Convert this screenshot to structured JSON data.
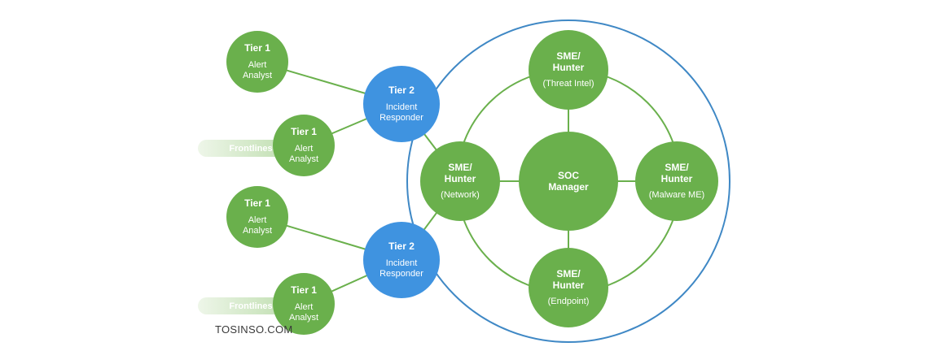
{
  "colors": {
    "green": "#6ab04c",
    "blue": "#3f93e0",
    "line": "#6ab04c",
    "ring": "#3f88c5"
  },
  "tier1": [
    {
      "title": "Tier 1",
      "line1": "Alert",
      "line2": "Analyst"
    },
    {
      "title": "Tier 1",
      "line1": "Alert",
      "line2": "Analyst"
    },
    {
      "title": "Tier 1",
      "line1": "Alert",
      "line2": "Analyst"
    },
    {
      "title": "Tier 1",
      "line1": "Alert",
      "line2": "Analyst"
    }
  ],
  "tier2": [
    {
      "title": "Tier 2",
      "line1": "Incident",
      "line2": "Responder"
    },
    {
      "title": "Tier 2",
      "line1": "Incident",
      "line2": "Responder"
    }
  ],
  "frontlines": [
    "Frontlines",
    "Frontlines"
  ],
  "sme": {
    "top": {
      "line1": "SME/",
      "line2": "Hunter",
      "area": "(Threat Intel)"
    },
    "left": {
      "line1": "SME/",
      "line2": "Hunter",
      "area": "(Network)"
    },
    "right": {
      "line1": "SME/",
      "line2": "Hunter",
      "area": "(Malware ME)"
    },
    "bottom": {
      "line1": "SME/",
      "line2": "Hunter",
      "area": "(Endpoint)"
    }
  },
  "manager": {
    "line1": "SOC",
    "line2": "Manager"
  },
  "watermark": "TOSINSO.COM"
}
